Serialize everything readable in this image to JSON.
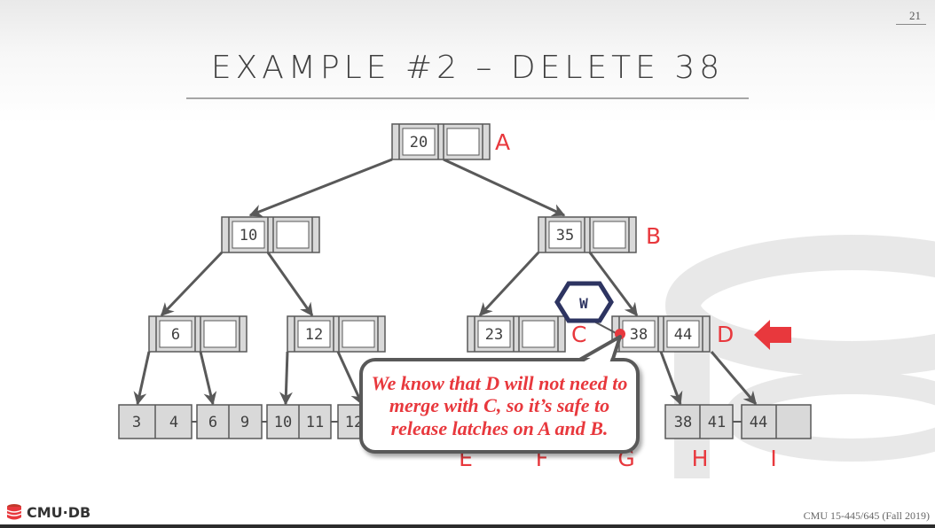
{
  "slide": {
    "page_number": "21",
    "title": "EXAMPLE #2 – DELETE 38",
    "logo_text": "CMU·DB",
    "footer": "CMU 15-445/645 (Fall 2019)"
  },
  "tree": {
    "nodes": [
      {
        "id": "A",
        "label": "A",
        "keys": [
          "20",
          ""
        ]
      },
      {
        "id": "B",
        "label": "B",
        "keys": [
          "35",
          ""
        ]
      },
      {
        "id": "L",
        "label": "",
        "keys": [
          "10",
          ""
        ]
      },
      {
        "id": "L6",
        "label": "",
        "keys": [
          "6",
          ""
        ]
      },
      {
        "id": "L12",
        "label": "",
        "keys": [
          "12",
          ""
        ]
      },
      {
        "id": "C",
        "label": "C",
        "keys": [
          "23",
          ""
        ]
      },
      {
        "id": "D",
        "label": "D",
        "keys": [
          "38",
          "44"
        ]
      },
      {
        "id": "leaf1",
        "label": "",
        "keys": [
          "3",
          "4"
        ]
      },
      {
        "id": "leaf2",
        "label": "",
        "keys": [
          "6",
          "9"
        ]
      },
      {
        "id": "leaf3",
        "label": "",
        "keys": [
          "10",
          "11"
        ]
      },
      {
        "id": "E",
        "label": "E",
        "keys": [
          "12",
          ""
        ]
      },
      {
        "id": "F",
        "label": "F",
        "keys": [
          ""
        ]
      },
      {
        "id": "G",
        "label": "G",
        "keys": [
          ""
        ]
      },
      {
        "id": "H",
        "label": "H",
        "keys": [
          "38",
          "41"
        ]
      },
      {
        "id": "I",
        "label": "I",
        "keys": [
          "44",
          ""
        ]
      }
    ]
  },
  "latch": {
    "mode": "W"
  },
  "callout": {
    "text": "We know that D will not need to merge with C, so it’s safe to release latches on A and B."
  },
  "colors": {
    "accent": "#e8383d",
    "node_fill": "#d9d9d9",
    "node_border": "#595959",
    "latch_border": "#2d3461"
  }
}
